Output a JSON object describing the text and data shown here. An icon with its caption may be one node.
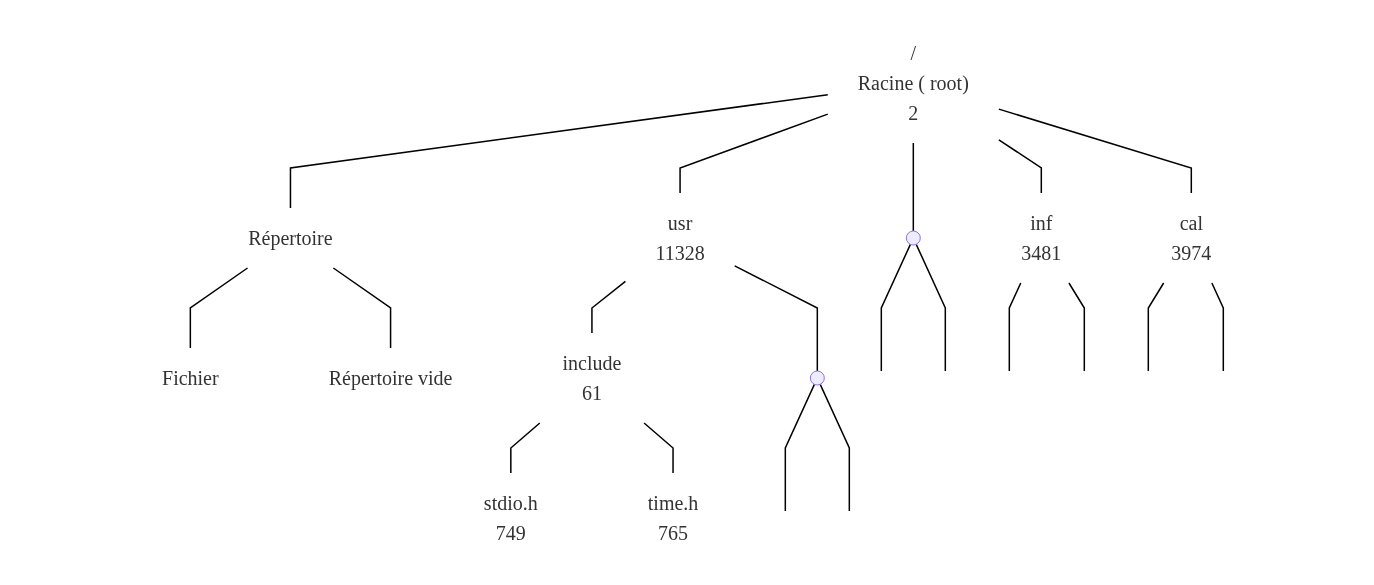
{
  "diagram": {
    "nodes": [
      {
        "text": [
          "/",
          "Racine ( root)",
          "2"
        ]
      },
      {
        "text": [
          "Répertoire"
        ]
      },
      {
        "text": [],
        "shape": "circle"
      },
      {
        "text": [
          "usr",
          "11328"
        ]
      },
      {
        "text": [
          "inf",
          "3481"
        ]
      },
      {
        "text": [
          "cal",
          "3974"
        ]
      },
      {
        "text": [
          "Fichier"
        ]
      },
      {
        "text": [
          "Répertoire vide"
        ]
      },
      {
        "text": [
          "include",
          "61"
        ]
      },
      {
        "text": [],
        "shape": "circle"
      },
      {
        "text": [
          "stdio.h",
          "749"
        ]
      },
      {
        "text": [
          "time.h",
          "765"
        ]
      }
    ],
    "edges": [
      {
        "from": 0,
        "to": 1,
        "arrow": "none"
      },
      {
        "from": 0,
        "to": 2,
        "arrow": "none"
      },
      {
        "from": 0,
        "to": 3,
        "arrow": "none"
      },
      {
        "from": 0,
        "to": 4,
        "arrow": "none"
      },
      {
        "from": 0,
        "to": 5,
        "arrow": "none"
      },
      {
        "from": 1,
        "to": 6,
        "arrow": "none"
      },
      {
        "from": 1,
        "to": 7,
        "arrow": "none"
      },
      {
        "from": 2,
        "to": null,
        "arrow": "none"
      },
      {
        "from": 2,
        "to": null,
        "arrow": "none"
      },
      {
        "from": 3,
        "to": 8,
        "arrow": "none"
      },
      {
        "from": 3,
        "to": 9,
        "arrow": "none"
      },
      {
        "from": 4,
        "to": null,
        "arrow": "none"
      },
      {
        "from": 4,
        "to": null,
        "arrow": "none"
      },
      {
        "from": 5,
        "to": null,
        "arrow": "none"
      },
      {
        "from": 5,
        "to": null,
        "arrow": "none"
      },
      {
        "from": 8,
        "to": 10,
        "arrow": "none"
      },
      {
        "from": 8,
        "to": 11,
        "arrow": "none"
      },
      {
        "from": 9,
        "to": null,
        "arrow": "none"
      },
      {
        "from": 9,
        "to": null,
        "arrow": "none"
      }
    ]
  }
}
